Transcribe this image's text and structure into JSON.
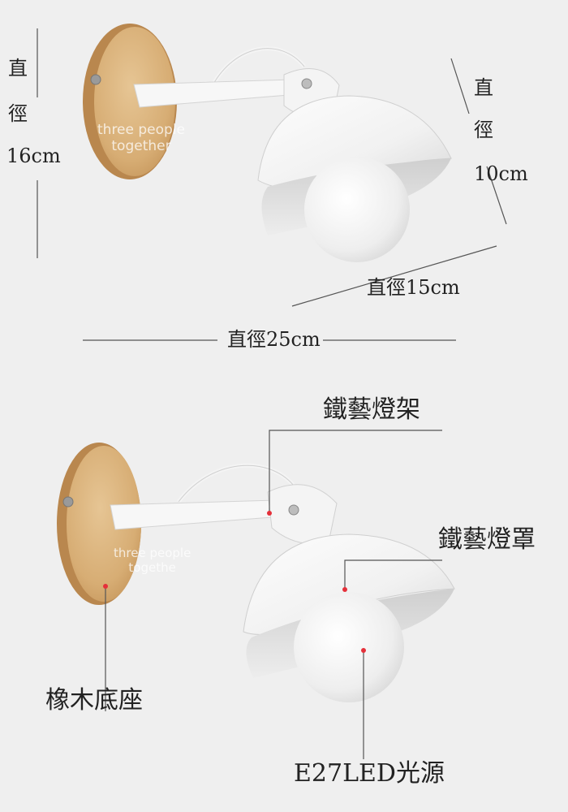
{
  "dimensions": {
    "height_char1": "直",
    "height_char2": "徑",
    "height_value": "16cm",
    "depth_char1": "直",
    "depth_char2": "徑",
    "depth_value": "10cm",
    "shade_diameter": "直徑15cm",
    "total_width": "直徑25cm"
  },
  "parts": {
    "bracket": "鐵藝燈架",
    "shade": "鐵藝燈罩",
    "base": "橡木底座",
    "bulb": "E27LED光源"
  },
  "watermark": {
    "top_line1": "three people",
    "top_line2": "together",
    "bottom_line1": "three people",
    "bottom_line2": "togethe"
  },
  "colors": {
    "background": "#efefef",
    "wood": "#d9b47f",
    "metal": "#f6f6f6",
    "bulb": "#ececec",
    "marker": "#e5303a",
    "line": "#555555"
  }
}
